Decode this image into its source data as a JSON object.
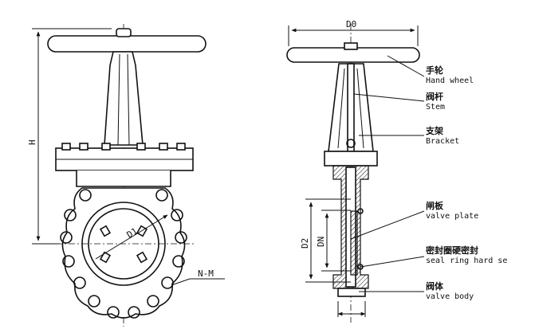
{
  "dimensions": {
    "do": "D0",
    "h": "H",
    "d1": "D1",
    "d2": "D2",
    "dn": "DN",
    "nm": "N-M"
  },
  "parts": [
    {
      "cn": "手轮",
      "en": "Hand wheel"
    },
    {
      "cn": "阀杆",
      "en": "Stem"
    },
    {
      "cn": "支架",
      "en": "Bracket"
    },
    {
      "cn": "闸板",
      "en": "valve plate"
    },
    {
      "cn": "密封圈硬密封",
      "en": "seal ring hard se"
    },
    {
      "cn": "阀体",
      "en": "valve body"
    }
  ]
}
